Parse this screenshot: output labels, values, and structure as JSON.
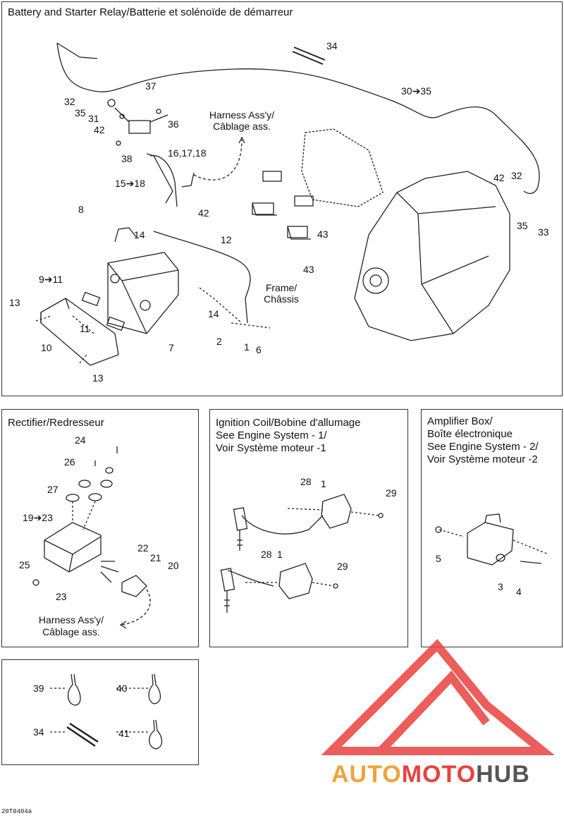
{
  "panels": {
    "battery": {
      "title": "Battery and Starter Relay/Batterie et solénoïde de démarreur",
      "labels": {
        "l34": "34",
        "l30_35": "30➔35",
        "l37": "37",
        "l32a": "32",
        "l35a": "35",
        "l31": "31",
        "l42a": "42",
        "l36": "36",
        "l38": "38",
        "harness1": "Harness Ass'y/",
        "harness2": "Câblage ass.",
        "l16_18": "16,17,18",
        "l15_18": "15➔18",
        "l42b": "42",
        "l42c": "42",
        "l32b": "32",
        "l35b": "35",
        "l33": "33",
        "l8": "8",
        "l14a": "14",
        "l12": "12",
        "l43a": "43",
        "l43b": "43",
        "l9_11": "9➔11",
        "frame1": "Frame/",
        "frame2": "Châssis",
        "l13a": "13",
        "l14b": "14",
        "l11": "11",
        "l2": "2",
        "l1": "1",
        "l6": "6",
        "l10": "10",
        "l7": "7",
        "l13b": "13"
      }
    },
    "rectifier": {
      "title": "Rectifier/Redresseur",
      "labels": {
        "l24": "24",
        "l26": "26",
        "l27": "27",
        "l19_23": "19➔23",
        "l22": "22",
        "l21": "21",
        "l20": "20",
        "l25": "25",
        "l23": "23",
        "harness1": "Harness Ass'y/",
        "harness2": "Câblage ass."
      }
    },
    "ignition": {
      "title": "Ignition Coil/Bobine d'allumage",
      "subtitle1": "See Engine System - 1/",
      "subtitle2": "Voir Système moteur -1",
      "labels": {
        "l28a": "28",
        "l1a": "1",
        "l29a": "29",
        "l28b": "28",
        "l1b": "1",
        "l29b": "29"
      }
    },
    "amplifier": {
      "title1": "Amplifier Box/",
      "title2": "Boîte électronique",
      "subtitle1": "See Engine System - 2/",
      "subtitle2": "Voir Système moteur -2",
      "labels": {
        "l5": "5",
        "l3": "3",
        "l4": "4"
      }
    },
    "ties": {
      "labels": {
        "l39": "39",
        "l40": "40",
        "l34": "34",
        "l41": "41"
      }
    }
  },
  "watermark": {
    "part1": "AUTO",
    "part2": "MOTO",
    "part3": "HUB"
  },
  "figure_code": "20T0404a",
  "colors": {
    "line": "#222222",
    "watermark_red": "#e8423f",
    "watermark_orange": "#f0a23a",
    "watermark_dark": "#555555"
  }
}
